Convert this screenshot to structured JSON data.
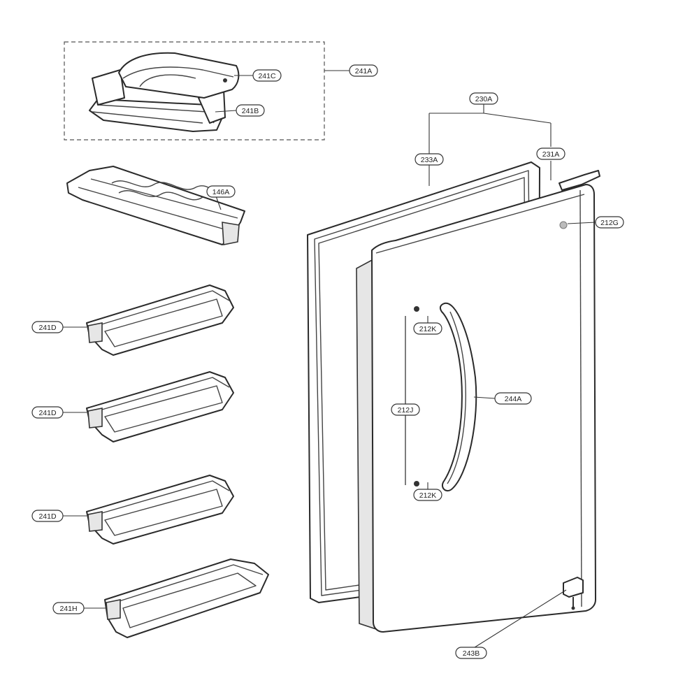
{
  "diagram": {
    "callouts": {
      "c241A": "241A",
      "c241C": "241C",
      "c241B": "241B",
      "c146A": "146A",
      "c230A": "230A",
      "c233A": "233A",
      "c231A": "231A",
      "c212G": "212G",
      "c212K_top": "212K",
      "c212J": "212J",
      "c244A": "244A",
      "c212K_bottom": "212K",
      "c241D_1": "241D",
      "c241D_2": "241D",
      "c241D_3": "241D",
      "c241H": "241H",
      "c243B": "243B"
    }
  }
}
